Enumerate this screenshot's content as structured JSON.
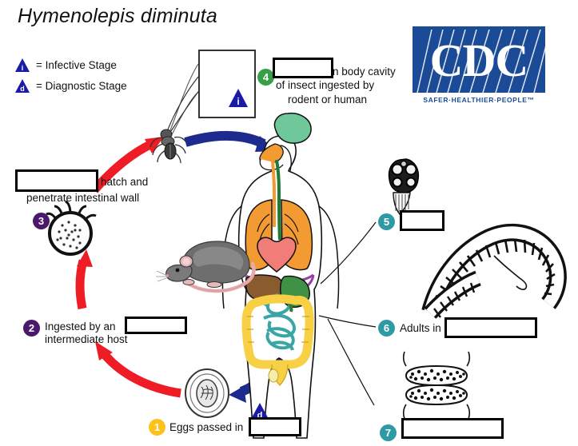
{
  "page": {
    "title": "Hymenolepis diminuta",
    "background": "#ffffff"
  },
  "legend": {
    "items": [
      {
        "glyph": "i",
        "label": "= Infective Stage",
        "color": "#1a1aa8"
      },
      {
        "glyph": "d",
        "label": "= Diagnostic Stage",
        "color": "#1a1aa8"
      }
    ]
  },
  "logo": {
    "name": "CDC",
    "letters": "CDC",
    "tagline": "SAFER·HEALTHIER·PEOPLE™",
    "color": "#1b4a96"
  },
  "steps": [
    {
      "number": "1",
      "color": "#fcc21b",
      "text_before": "Eggs passed in",
      "text_after": "",
      "blank": true,
      "marker": "d"
    },
    {
      "number": "2",
      "color": "#4b186b",
      "text_before": "Ingested by an",
      "text_after": "intermediate host",
      "blank": true
    },
    {
      "number": "3",
      "color": "#4b186b",
      "text_before": "",
      "text_after": "hatch and penetrate intestinal wall",
      "blank": true
    },
    {
      "number": "4",
      "color": "#37a047",
      "text_before": "",
      "text_after": "n body cavity of insect ingested by rodent or human",
      "blank": true
    },
    {
      "number": "5",
      "color": "#2e9aa3",
      "text_before": "",
      "text_after": "",
      "blank": true
    },
    {
      "number": "6",
      "color": "#2e9aa3",
      "text_before": "Adults in",
      "text_after": "",
      "blank": true
    },
    {
      "number": "7",
      "color": "#2e9aa3",
      "text_before": "",
      "text_after": "",
      "blank": true
    }
  ],
  "step_text": {
    "s1_label": "Eggs passed in",
    "s2_line1": "Ingested by an",
    "s2_line2": "intermediate host",
    "s3_line1": "hatch and",
    "s3_line2": "penetrate intestinal wall",
    "s4_line1": "n body cavity",
    "s4_line2": "of insect ingested by",
    "s4_line3": "rodent or human",
    "s6_label": "Adults in"
  },
  "illustrations": {
    "cysticercoid": "cysticercoid-inset",
    "beetle": "beetle-insect",
    "rodent": "rat-rodent",
    "egg": "tapeworm-egg",
    "oncosphere": "hexacanth-oncosphere",
    "scolex": "tapeworm-scolex",
    "adult_worm": "adult-tapeworm",
    "proglottid": "gravid-proglottid",
    "human": "human-anatomy-figure"
  },
  "arrows": {
    "infective_color": "#ee1c25",
    "cycle_color": "#1d2b8f"
  },
  "anatomy_colors": {
    "brain": "#6ec89a",
    "lungs": "#f39a32",
    "heart": "#f07d78",
    "liver": "#8a5b2e",
    "stomach": "#3f9245",
    "colon": "#f7d046",
    "small_intestine": "#3aa5a5",
    "esophagus": "#1f7a35",
    "diaphragm": "#9a3fa8"
  }
}
